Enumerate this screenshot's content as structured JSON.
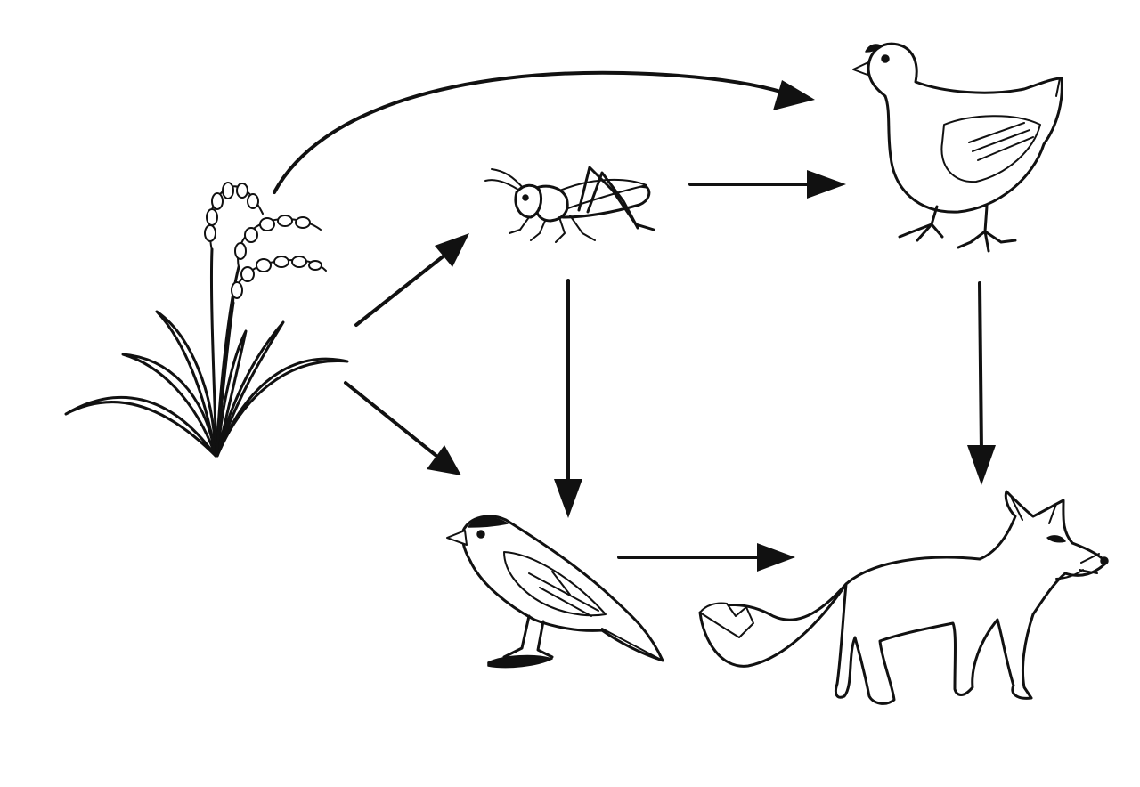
{
  "diagram": {
    "type": "food-web",
    "organisms": [
      {
        "id": "rice",
        "icon": "rice-plant-icon"
      },
      {
        "id": "grasshopper",
        "icon": "grasshopper-icon"
      },
      {
        "id": "chicken",
        "icon": "chicken-icon"
      },
      {
        "id": "sparrow",
        "icon": "sparrow-icon"
      },
      {
        "id": "fox",
        "icon": "fox-icon"
      }
    ],
    "links": [
      {
        "from": "rice",
        "to": "chicken"
      },
      {
        "from": "rice",
        "to": "grasshopper"
      },
      {
        "from": "rice",
        "to": "sparrow"
      },
      {
        "from": "grasshopper",
        "to": "chicken"
      },
      {
        "from": "grasshopper",
        "to": "sparrow"
      },
      {
        "from": "chicken",
        "to": "fox"
      },
      {
        "from": "sparrow",
        "to": "fox"
      }
    ],
    "colors": {
      "ink": "#111111",
      "background": "#ffffff"
    }
  }
}
